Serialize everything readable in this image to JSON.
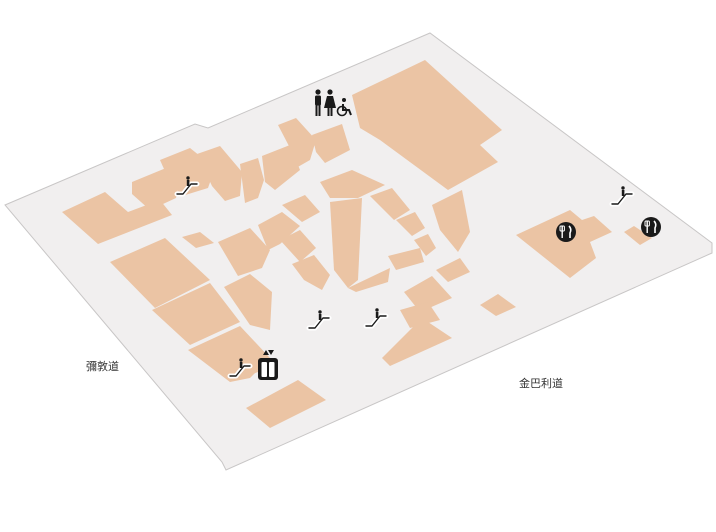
{
  "streets": {
    "west": "彌敦道",
    "south": "金巴利道"
  },
  "colors": {
    "background": "#ffffff",
    "floor": "#f1efef",
    "floor_outline": "#c8c6c6",
    "shop": "#ebc4a4",
    "icon": "#1a1a1a"
  },
  "facilities": [
    {
      "type": "toilets",
      "icon": "restroom-icon"
    },
    {
      "type": "accessible-toilet",
      "icon": "wheelchair-icon"
    },
    {
      "type": "escalator",
      "icon": "escalator-icon"
    },
    {
      "type": "lift",
      "icon": "lift-icon"
    },
    {
      "type": "restaurant",
      "icon": "restaurant-icon"
    }
  ]
}
